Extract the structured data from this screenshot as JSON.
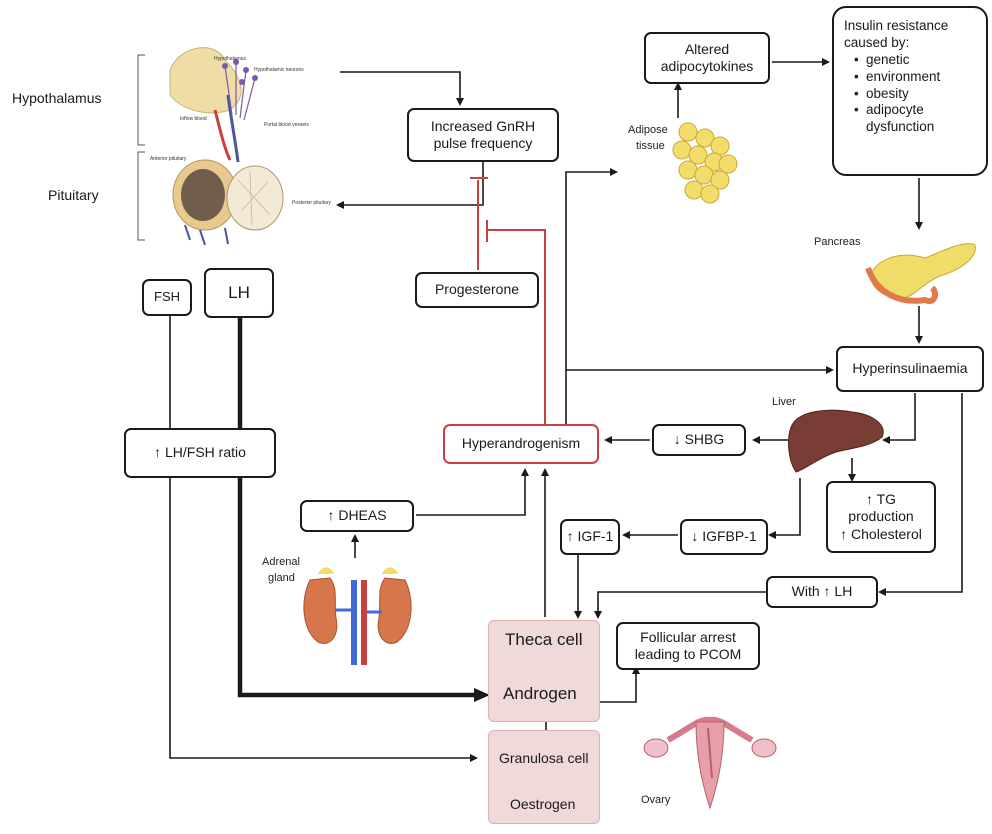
{
  "brain": {
    "hypothalamus_label": "Hypothalamus",
    "pituitary_label": "Pituitary",
    "tiny_labels": {
      "hypothalamus": "Hypothalamus",
      "neurons": "Hypothalamic neurons",
      "inflow": "Inflow blood",
      "portal": "Portal blood vessels",
      "anterior": "Anterior pituitary",
      "posterior": "Posterior pituitary"
    }
  },
  "nodes": {
    "gnrh": "Increased GnRH pulse frequency",
    "progesterone": "Progesterone",
    "fsh": "FSH",
    "lh": "LH",
    "lh_fsh_ratio": "↑ LH/FSH ratio",
    "hyperandrogenism": "Hyperandrogenism",
    "shbg": "↓ SHBG",
    "dheas": "↑ DHEAS",
    "igf1": "↑ IGF-1",
    "igfbp1": "↓ IGFBP-1",
    "with_lh": "With ↑ LH",
    "tg": [
      "↑ TG",
      "production",
      "↑ Cholesterol"
    ],
    "follicular": [
      "Follicular arrest",
      "leading to PCOM"
    ],
    "adipocytokines": [
      "Altered",
      "adipocytokines"
    ],
    "hyperinsulinaemia": "Hyperinsulinaemia",
    "insulin_resistance": {
      "title": [
        "Insulin resistance",
        "caused by:"
      ],
      "items": [
        "genetic",
        "environment",
        "obesity",
        "adipocyte",
        "dysfunction"
      ]
    },
    "theca_cell": "Theca cell",
    "androgen": "Androgen",
    "granulosa_cell": "Granulosa cell",
    "oestrogen": "Oestrogen"
  },
  "labels": {
    "adipose": [
      "Adipose",
      "tissue"
    ],
    "pancreas": "Pancreas",
    "liver": "Liver",
    "adrenal": [
      "Adrenal",
      "gland"
    ],
    "ovary": "Ovary"
  },
  "colors": {
    "line": "#1a1a1a",
    "inhibit": "#c94040",
    "ovary_box": "#f0d9d9",
    "fat": "#f2dc6a",
    "liver": "#7a3d34",
    "kidney": "#d7764a"
  }
}
